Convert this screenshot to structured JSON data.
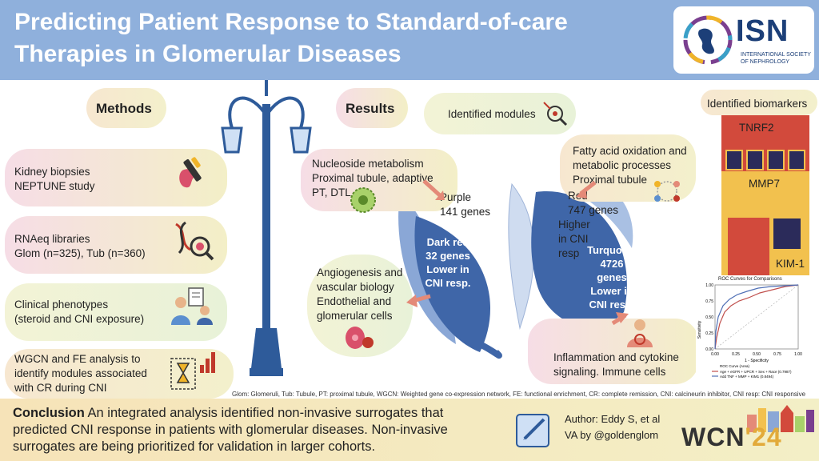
{
  "header": {
    "title_line1": "Predicting Patient Response to Standard-of-care",
    "title_line2": "Therapies in Glomerular Diseases"
  },
  "logo": {
    "name": "ISN",
    "subtitle_line1": "INTERNATIONAL SOCIETY",
    "subtitle_line2": "OF NEPHROLOGY"
  },
  "methods": {
    "heading": "Methods",
    "items": [
      {
        "line1": "Kidney biopsies",
        "line2": "NEPTUNE study",
        "icon": "kidney-biopsy-icon"
      },
      {
        "line1": "RNAeq libraries",
        "line2": "Glom (n=325), Tub (n=360)",
        "icon": "dna-magnifier-icon"
      },
      {
        "line1": "Clinical phenotypes",
        "line2": "(steroid and CNI exposure)",
        "icon": "clinician-patient-icon"
      },
      {
        "line1": "WGCN and FE analysis to",
        "line2": "identify modules associated",
        "line3": "with CR during CNI",
        "icon": "chart-hourglass-icon"
      }
    ]
  },
  "results": {
    "heading": "Results",
    "identified_modules": "Identified modules",
    "nucleoside": {
      "line1": "Nucleoside metabolism",
      "line2": "Proximal tubule, adaptive",
      "line3": "PT, DTL"
    },
    "purple": {
      "line1": "Purple",
      "line2": "141 genes"
    },
    "darkred": {
      "line1": "Dark red",
      "line2": "32 genes",
      "line3": "Lower in",
      "line4": "CNI resp."
    },
    "angio": {
      "line1": "Angiogenesis and",
      "line2": "vascular biology",
      "line3": "Endothelial and",
      "line4": "glomerular cells"
    },
    "fatty": {
      "line1": "Fatty acid oxidation and",
      "line2": "metabolic processes",
      "line3": "Proximal tubule"
    },
    "red": {
      "line1": "Red",
      "line2": "747 genes",
      "line3": "Higher",
      "line4": "in CNI",
      "line5": "resp"
    },
    "turquoise": {
      "line1": "Turquoise",
      "line2": "4726",
      "line3": "genes",
      "line4": "Lower in",
      "line5": "CNI resp."
    },
    "inflammation": {
      "line1": "Inflammation and cytokine",
      "line2": "signaling. Immune cells"
    }
  },
  "biomarkers": {
    "heading": "Identified biomarkers",
    "items": [
      "TNRF2",
      "MMP7",
      "KIM-1"
    ],
    "roc": {
      "title": "ROC Curves for Comparisons",
      "ylabel": "Sensitivity",
      "xlabel": "1 - Specificity",
      "xticks": [
        "0.00",
        "0.25",
        "0.50",
        "0.75",
        "1.00"
      ],
      "yticks": [
        "1.00",
        "0.75",
        "0.50",
        "0.25",
        "0.00"
      ],
      "legend_title": "ROC Curve (Area)",
      "legend1": "Age + eGFR + UPCR + Sex + Race (0.7987)",
      "legend2": "Add TNF + MMP + KIM1 (0.8494)",
      "color1": "#c0504d",
      "color2": "#4f6fb5"
    }
  },
  "footnote": "Glom: Glomeruli, Tub: Tubule, PT: proximal tubule, WGCN: Weighted gene co-expression network, FE: functional enrichment, CR: complete remission, CNI: calcineurin inhibitor, CNI resp: CNI responsive patients",
  "conclusion": {
    "label": "Conclusion",
    "line1": " An integrated analysis identified non-invasive surrogates that",
    "line2": "predicted CNI response in patients with glomerular diseases. Non-invasive",
    "line3": "surrogates are being prioritized for validation in larger cohorts."
  },
  "author": {
    "line1": "Author: Eddy S, et al",
    "line2": "VA by @goldenglom"
  },
  "wcn": {
    "main": "WCN",
    "year": "'24"
  },
  "colors": {
    "header": "#8fb0dc",
    "petal_dark": "#3f66a8",
    "petal_light": "#a9c0e3",
    "arrow": "#e48a78"
  }
}
